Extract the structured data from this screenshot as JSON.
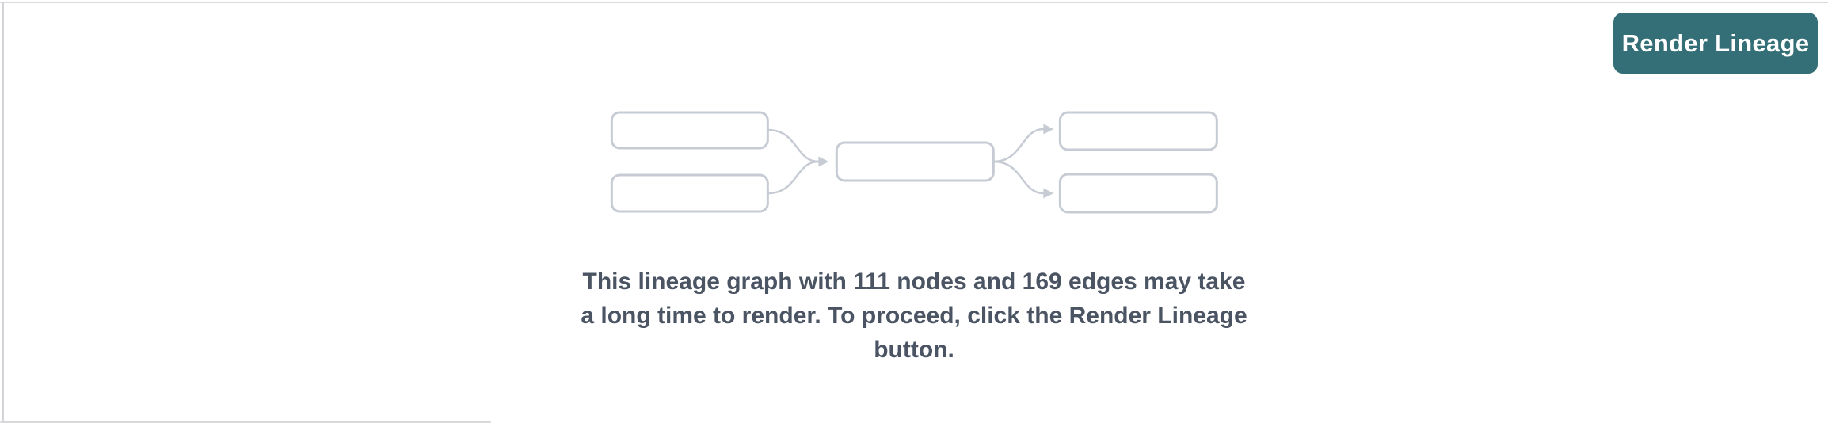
{
  "panel": {
    "background": "#ffffff",
    "divider_color": "#dbdbde"
  },
  "header": {
    "render_button": {
      "label": "Render Lineage",
      "background_color": "#346e76",
      "text_color": "#ffffff"
    }
  },
  "lineage_placeholder": {
    "message": "This lineage graph with 111 nodes and 169 edges may take a long time to render. To proceed, click the Render Lineage button.",
    "message_lines": [
      "This lineage graph with 111 nodes and 169 edges may take",
      "a long time to render. To proceed, click the Render Lineage",
      "button."
    ],
    "node_count": 111,
    "edge_count": 169,
    "message_color": "#4a5463",
    "illustration": {
      "description": "placeholder-lineage-graph: 2 upstream nodes -> 1 center node -> 2 downstream nodes",
      "node_fill": "#ffffff",
      "node_border_color": "#c6cbd4",
      "edge_color": "#c6cbd4"
    }
  }
}
